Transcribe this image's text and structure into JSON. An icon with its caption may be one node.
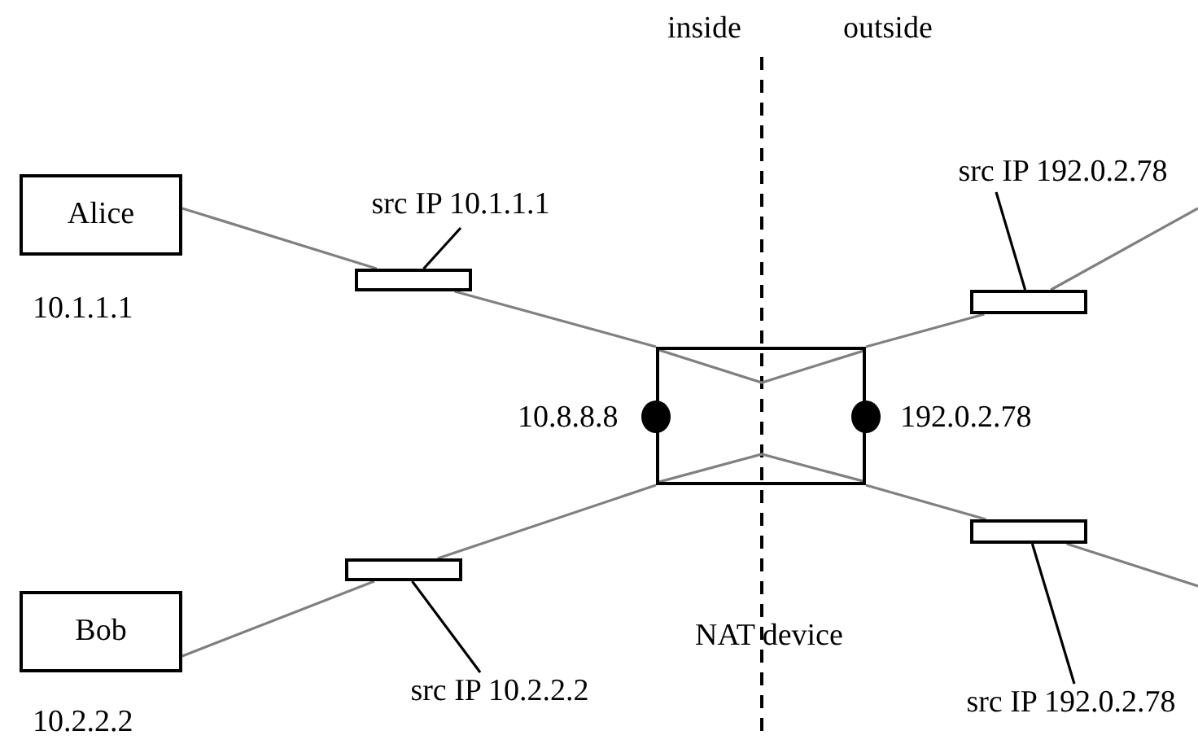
{
  "diagram": {
    "nodes": [
      {
        "text": [
          "Alice"
        ],
        "beside": [
          "10.1.1.1"
        ]
      },
      {
        "text": [
          "Bob"
        ],
        "beside": [
          "10.2.2.2"
        ]
      },
      {
        "text": [],
        "shape": "box",
        "beside": [
          "10.8.8.8",
          "192.0.2.78"
        ]
      },
      {
        "text": [],
        "shape": "box"
      },
      {
        "text": [
          "src IP 10.1.1.1"
        ]
      },
      {
        "text": [],
        "shape": "box"
      },
      {
        "text": [
          "src IP 192.0.2.78"
        ]
      },
      {
        "text": [],
        "shape": "box"
      },
      {
        "text": [
          "src IP 10.2.2.2"
        ]
      },
      {
        "text": [],
        "shape": "box"
      },
      {
        "text": [
          "src IP 192.0.2.78"
        ]
      }
    ],
    "edges": [
      {
        "from": 0,
        "to": 3,
        "arrow": "none"
      },
      {
        "from": 3,
        "to": 2,
        "arrow": "none"
      },
      {
        "from": 2,
        "to": 5,
        "arrow": "none"
      },
      {
        "from": 5,
        "to": null,
        "arrow": "none"
      },
      {
        "from": 1,
        "to": 7,
        "arrow": "none"
      },
      {
        "from": 7,
        "to": 2,
        "arrow": "none"
      },
      {
        "from": 2,
        "to": 9,
        "arrow": "none"
      },
      {
        "from": 9,
        "to": null,
        "arrow": "none"
      },
      {
        "from": 4,
        "to": 3,
        "arrow": "none",
        "color": "#000000"
      },
      {
        "from": 6,
        "to": 5,
        "arrow": "none",
        "color": "#000000"
      },
      {
        "from": 8,
        "to": 7,
        "arrow": "none",
        "color": "#000000"
      },
      {
        "from": 10,
        "to": 9,
        "arrow": "none",
        "color": "#000000"
      }
    ],
    "labels": [
      "inside",
      "outside",
      "NAT device"
    ]
  }
}
